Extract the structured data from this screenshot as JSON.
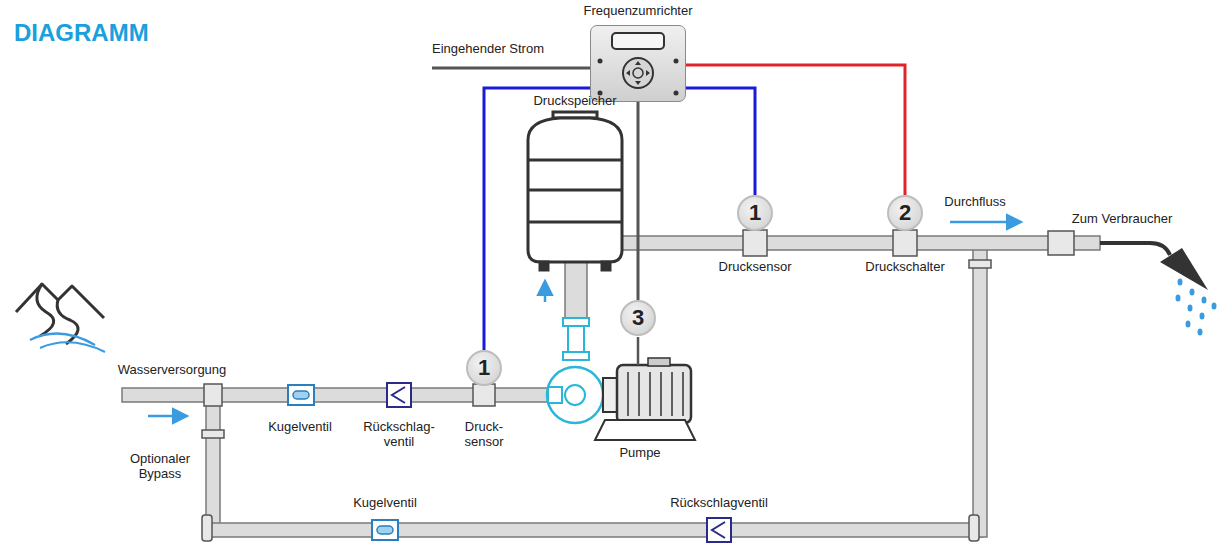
{
  "diagram": {
    "title": "DIAGRAMM",
    "nodes": [
      {
        "text": [
          "Frequenzumrichter"
        ]
      },
      {
        "text": [
          "1"
        ]
      },
      {
        "text": [
          "2"
        ]
      },
      {
        "text": [
          "3"
        ]
      },
      {
        "text": [
          "1"
        ]
      }
    ],
    "edges": [
      {
        "from": 0,
        "to": 1,
        "arrow": "none"
      },
      {
        "from": 0,
        "to": 2,
        "arrow": "none"
      },
      {
        "from": 0,
        "to": 3,
        "arrow": "none"
      },
      {
        "from": 0,
        "to": 4,
        "arrow": "none"
      }
    ],
    "labels": [
      "Eingehender Strom",
      "Druckspeicher",
      "Durchfluss",
      "Zum Verbraucher",
      "Drucksensor",
      "Druckschalter",
      "Wasserversorgung",
      "Kugelventil",
      "Rückschlag- ventil",
      "Druck- sensor",
      "Pumpe",
      "Optionaler Bypass",
      "Kugelventil",
      "Rückschlagventil"
    ]
  }
}
